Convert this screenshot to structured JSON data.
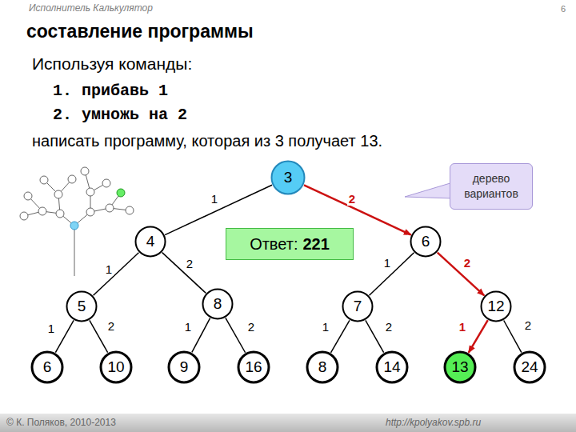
{
  "diagram": {
    "title": "составление программы",
    "nodes": [
      {
        "text": [
          "3"
        ]
      },
      {
        "text": [
          "дерево вариантов"
        ]
      },
      {
        "text": [
          "4"
        ]
      },
      {
        "text": [
          "Ответ:",
          "221"
        ]
      },
      {
        "text": [
          "6"
        ]
      },
      {
        "text": [
          "5"
        ]
      },
      {
        "text": [
          "8"
        ]
      },
      {
        "text": [
          "7"
        ]
      },
      {
        "text": [
          "12"
        ]
      },
      {
        "text": [
          "6"
        ]
      },
      {
        "text": [
          "10"
        ]
      },
      {
        "text": [
          "9"
        ]
      },
      {
        "text": [
          "16"
        ]
      },
      {
        "text": [
          "8"
        ]
      },
      {
        "text": [
          "14"
        ]
      },
      {
        "text": [
          "13"
        ]
      },
      {
        "text": [
          "24"
        ]
      }
    ],
    "edges": [
      {
        "from": 0,
        "to": 2,
        "label": "1",
        "arrow": "none"
      },
      {
        "from": 0,
        "to": 4,
        "label": "2",
        "arrow": "to"
      },
      {
        "from": 2,
        "to": 5,
        "label": "1",
        "arrow": "none"
      },
      {
        "from": 2,
        "to": 6,
        "label": "2",
        "arrow": "none"
      },
      {
        "from": 4,
        "to": 7,
        "label": "1",
        "arrow": "none"
      },
      {
        "from": 4,
        "to": 8,
        "label": "2",
        "arrow": "to"
      },
      {
        "from": 5,
        "to": 9,
        "label": "1",
        "arrow": "none"
      },
      {
        "from": 5,
        "to": 10,
        "label": "2",
        "arrow": "none"
      },
      {
        "from": 6,
        "to": 11,
        "label": "1",
        "arrow": "none"
      },
      {
        "from": 6,
        "to": 12,
        "label": "2",
        "arrow": "none"
      },
      {
        "from": 7,
        "to": 13,
        "label": "1",
        "arrow": "none"
      },
      {
        "from": 7,
        "to": 14,
        "label": "2",
        "arrow": "none"
      },
      {
        "from": 8,
        "to": 15,
        "label": "1",
        "arrow": "to"
      },
      {
        "from": 8,
        "to": 16,
        "label": "2",
        "arrow": "none"
      }
    ],
    "labels": [
      "Исполнитель Калькулятор",
      "6",
      "Используя команды:",
      "1. прибавь 1",
      "2. умножь на 2",
      "написать программу, которая из 3 получает 13.",
      "© К. Поляков, 2010-2013",
      "http://kpolyakov.spb.ru"
    ]
  }
}
